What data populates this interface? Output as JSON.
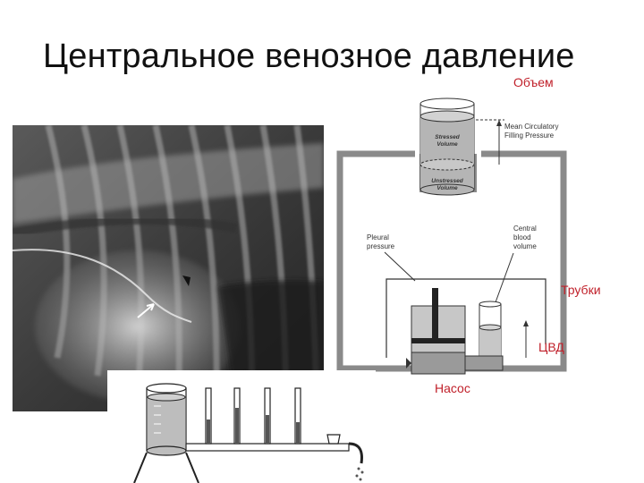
{
  "slide": {
    "title": "Центральное венозное давление"
  },
  "labels": {
    "volume": "Объем",
    "tubes": "Трубки",
    "cvp": "ЦВД",
    "pump": "Насос"
  },
  "diagram": {
    "stressed_volume": [
      "Stressed",
      "Volume"
    ],
    "unstressed_volume": [
      "Unstressed",
      "Volume"
    ],
    "mean_circulatory": [
      "Mean Circulatory",
      "Filling Pressure"
    ],
    "central_blood_volume": [
      "Central",
      "blood",
      "volume"
    ],
    "pleural_pressure": [
      "Pleural",
      "pressure"
    ]
  },
  "colors": {
    "accent_red": "#c0202a",
    "xray_dark": "#1c1c1c",
    "xray_light": "#d8d8d8",
    "diagram_gray": "#8a8a8a"
  }
}
